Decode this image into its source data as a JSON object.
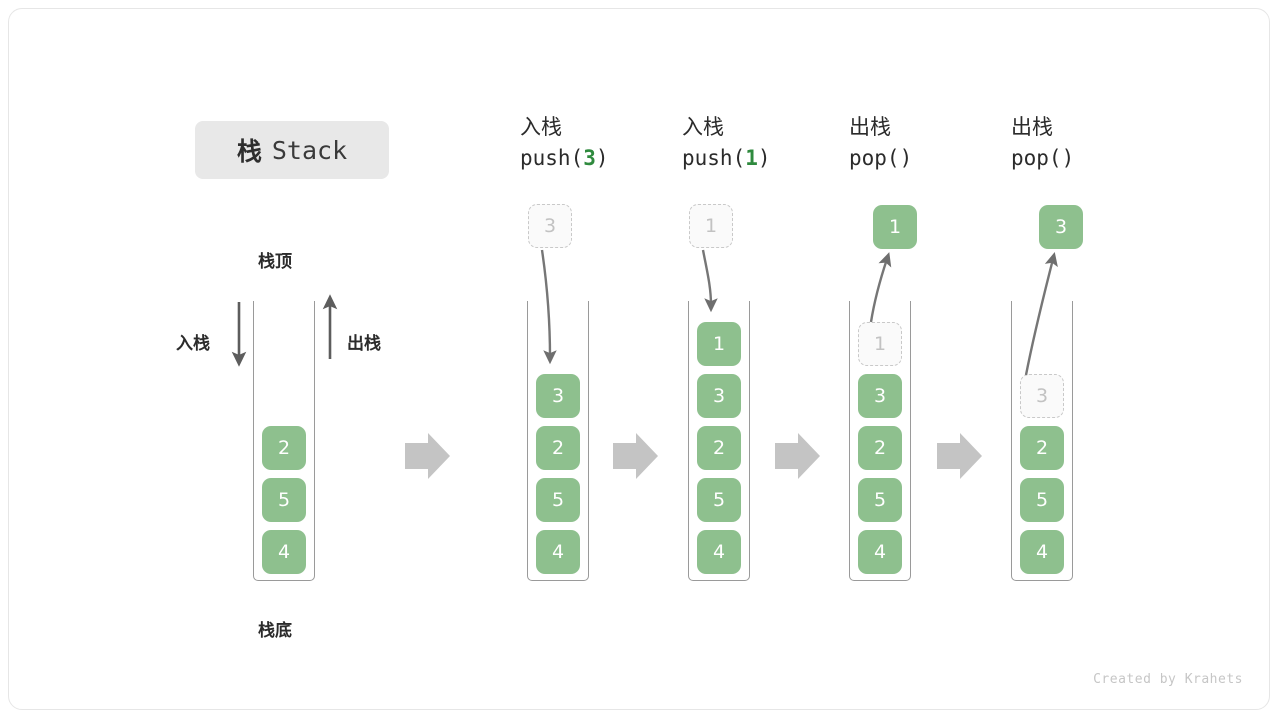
{
  "figure": {
    "title_cn": "栈",
    "title_en": "Stack",
    "watermark": "Created by Krahets",
    "top_label": "栈顶",
    "bottom_label": "栈底",
    "push_label": "入栈",
    "pop_label": "出栈",
    "accent_green": "#8ec08e",
    "arg_green": "#2f8a3e",
    "grey_arrow": "#c4c4c4",
    "chip_grey": "#e8e8e8"
  },
  "chart_data": {
    "type": "diagram",
    "title": "栈 Stack",
    "columns": [
      {
        "id": "initial",
        "op_cn": "",
        "op_code": "",
        "op_arg": "",
        "stack": [
          "2",
          "5",
          "4"
        ],
        "ghost_top": null,
        "floating": null,
        "arrow": null
      },
      {
        "id": "push-3",
        "op_cn": "入栈",
        "op_code_prefix": "push(",
        "op_arg": "3",
        "op_code_suffix": ")",
        "stack": [
          "3",
          "2",
          "5",
          "4"
        ],
        "ghost_top": null,
        "floating": {
          "value": "3",
          "style": "ghost"
        },
        "arrow": "down"
      },
      {
        "id": "push-1",
        "op_cn": "入栈",
        "op_code_prefix": "push(",
        "op_arg": "1",
        "op_code_suffix": ")",
        "stack": [
          "1",
          "3",
          "2",
          "5",
          "4"
        ],
        "ghost_top": null,
        "floating": {
          "value": "1",
          "style": "ghost"
        },
        "arrow": "down"
      },
      {
        "id": "pop-1",
        "op_cn": "出栈",
        "op_code_prefix": "pop(",
        "op_arg": "",
        "op_code_suffix": ")",
        "stack": [
          "3",
          "2",
          "5",
          "4"
        ],
        "ghost_top": "1",
        "floating": {
          "value": "1",
          "style": "solid"
        },
        "arrow": "up"
      },
      {
        "id": "pop-3",
        "op_cn": "出栈",
        "op_code_prefix": "pop(",
        "op_arg": "",
        "op_code_suffix": ")",
        "stack": [
          "2",
          "5",
          "4"
        ],
        "ghost_top": "3",
        "floating": {
          "value": "3",
          "style": "solid"
        },
        "arrow": "up"
      }
    ],
    "step_arrows": 4,
    "annotations": [
      "栈顶",
      "栈底",
      "入栈",
      "出栈"
    ]
  }
}
